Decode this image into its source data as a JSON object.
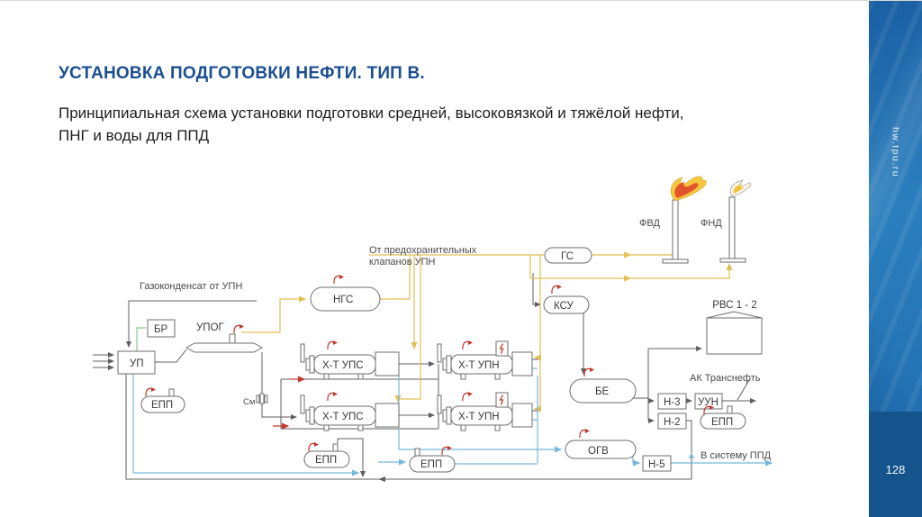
{
  "slide": {
    "title": "УСТАНОВКА ПОДГОТОВКИ НЕФТИ. ТИП В.",
    "subtitle_line1": "Принципиальная схема установки подготовки средней, высоковязкой и тяжёлой нефти,",
    "subtitle_line2": "ПНГ и воды для ППД",
    "sidebar_url": "hw.tpu.ru",
    "page_number": "128"
  },
  "colors": {
    "title_blue": "#1b4f8f",
    "sidebar_blue": "#2474b6",
    "sidebar_footer_blue": "#15538d",
    "line_oil_gray": "#5f5f5f",
    "line_gas_yellow": "#e2bf55",
    "line_water_blue": "#79b7dc",
    "line_green": "#8bc78f",
    "accent_red": "#c2372b",
    "flame_yellow": "#f6c63e",
    "flame_orange": "#e2542c"
  },
  "diagram": {
    "annotations": {
      "gas_condensate": "Газоконденсат от УПН",
      "relief_line1": "От предохранительных",
      "relief_line2": "клапанов УПН",
      "transneft": "АК Транснефть",
      "to_ppd": "В систему ППД",
      "mixer": "См"
    },
    "equipment": {
      "br": "БР",
      "up": "УП",
      "upog": "УПОГ",
      "epp1": "ЕПП",
      "epp2": "ЕПП",
      "epp3": "ЕПП",
      "epp4": "ЕПП",
      "ngs": "НГС",
      "gs": "ГС",
      "ksu": "КСУ",
      "htups1": "Х-Т УПС",
      "htups2": "Х-Т УПС",
      "htupn1": "Х-Т УПН",
      "htupn2": "Х-Т УПН",
      "be": "БЕ",
      "ogv": "ОГВ",
      "rvs": "РВС 1 - 2",
      "n3": "Н-3",
      "n2": "Н-2",
      "n5": "Н-5",
      "uun": "УУН",
      "fvd": "ФВД",
      "fnd": "ФНД"
    }
  }
}
